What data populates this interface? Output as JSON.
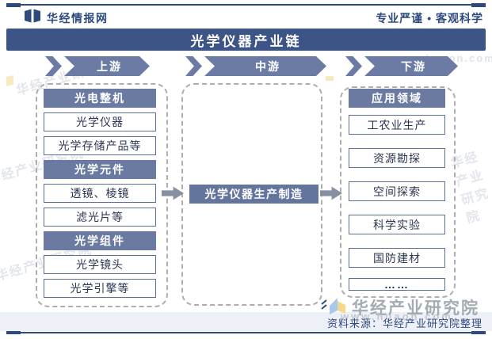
{
  "header": {
    "brand": "华经情报网",
    "tagline": "专业严谨 • 客观科学"
  },
  "title": "光学仪器产业链",
  "stages": [
    {
      "label": "上游"
    },
    {
      "label": "中游"
    },
    {
      "label": "下游"
    }
  ],
  "upstream": {
    "rows": [
      {
        "kind": "header",
        "label": "光电整机"
      },
      {
        "kind": "item",
        "label": "光学仪器"
      },
      {
        "kind": "item",
        "label": "光学存储产品等"
      },
      {
        "kind": "header",
        "label": "光学元件"
      },
      {
        "kind": "item",
        "label": "透镜、棱镜"
      },
      {
        "kind": "item",
        "label": "滤光片等"
      },
      {
        "kind": "header",
        "label": "光学组件"
      },
      {
        "kind": "item",
        "label": "光学镜头"
      },
      {
        "kind": "item",
        "label": "光学引擎等"
      }
    ]
  },
  "midstream": {
    "label": "光学仪器生产制造"
  },
  "downstream": {
    "header": "应用领域",
    "items": [
      "工农业生产",
      "资源勘探",
      "空间探索",
      "科学实验",
      "国防建材",
      "……"
    ]
  },
  "watermarks": {
    "brand": "华经产业研究院",
    "site": "www.huaon.com"
  },
  "footer": {
    "source": "资料来源：华经产业研究院整理"
  },
  "colors": {
    "navy": "#2e4a7d",
    "title_bar": "#3d5486",
    "stage_fill": "#6b7ba3",
    "header_fill": "#6a7aa1",
    "node_border": "#5d6f96",
    "connector_gray": "#8690a0",
    "footer_band": "#edf0f6",
    "accent_yellow": "#f3d98b",
    "accent_blue": "#aac9ea"
  }
}
